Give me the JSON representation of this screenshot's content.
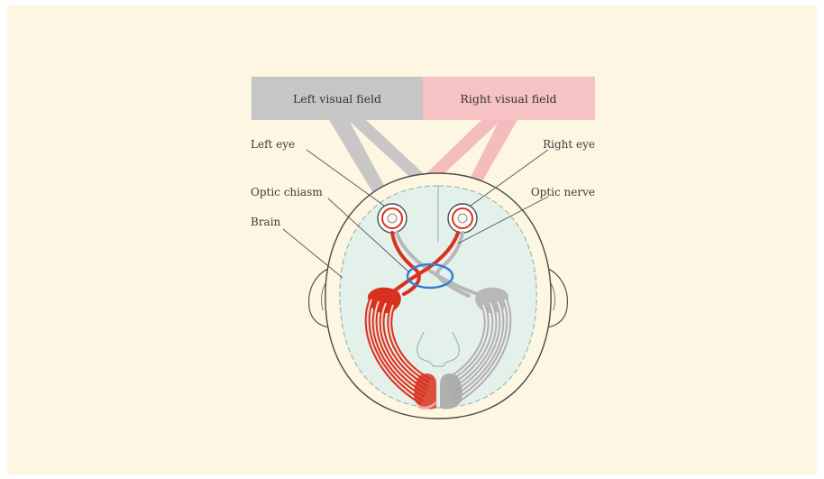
{
  "diagram": {
    "fields": {
      "left": "Left visual field",
      "right": "Right visual field"
    },
    "labels": {
      "left_eye": "Left eye",
      "right_eye": "Right eye",
      "optic_chiasm": "Optic chiasm",
      "optic_nerve": "Optic nerve",
      "brain": "Brain"
    },
    "colors": {
      "background": "#fdf6e2",
      "left_field": "#c6c6c6",
      "right_field": "#f6c2c4",
      "brain": "#e4f0ea",
      "left_pathway": "#d8321f",
      "right_pathway": "#b8b8b8",
      "chiasm_marker": "#2f7fd6"
    }
  }
}
